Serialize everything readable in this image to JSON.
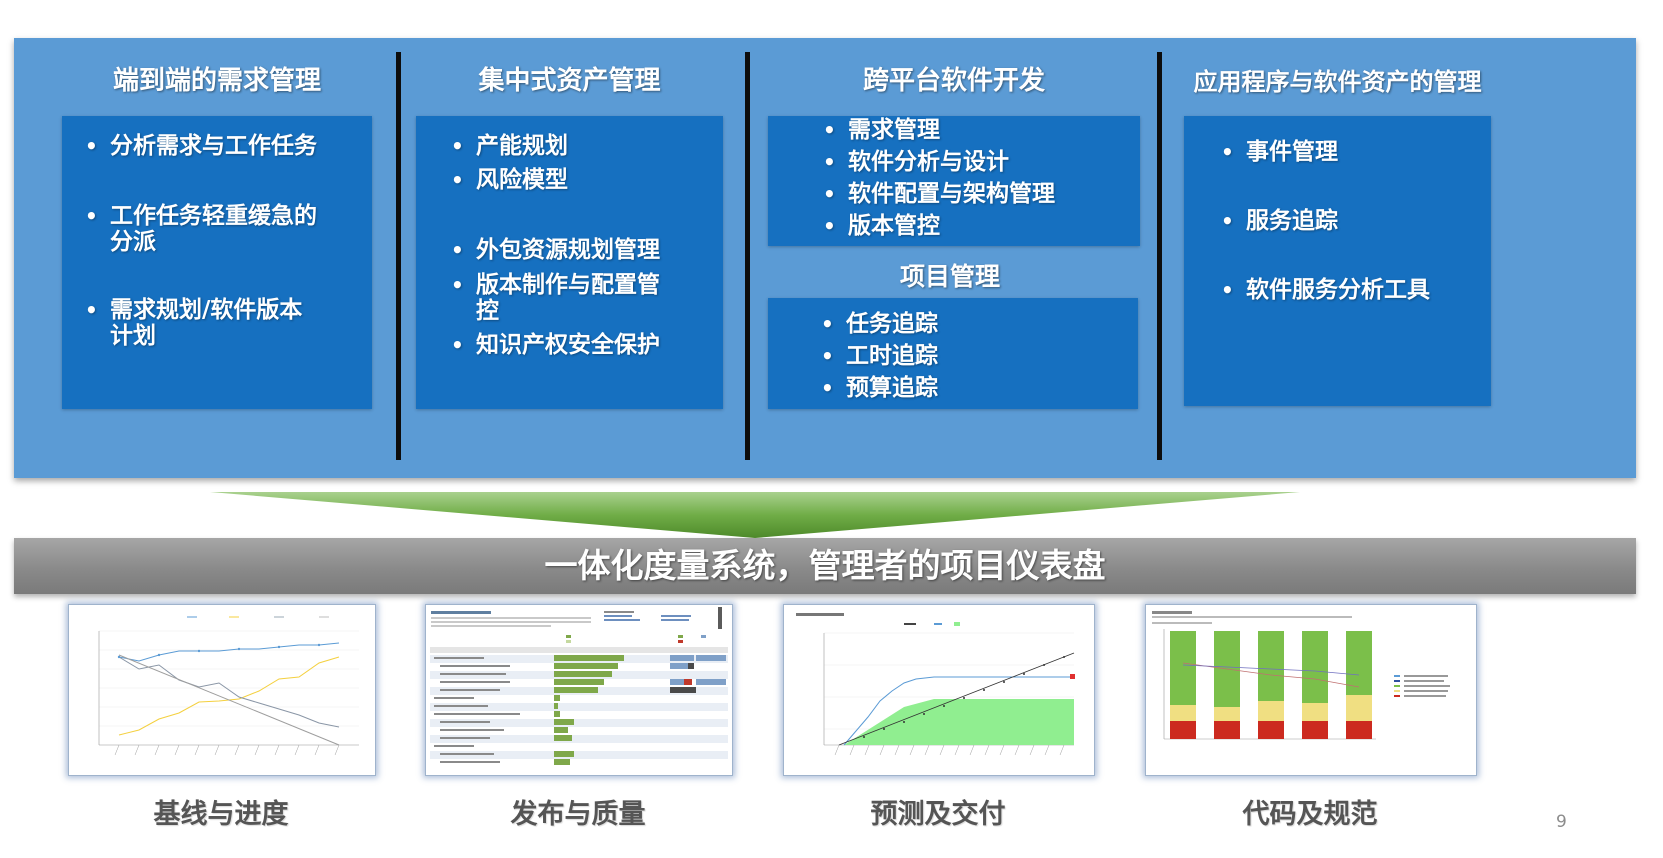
{
  "columns": [
    {
      "title": "端到端的需求管理",
      "items": [
        "分析需求与工作任务",
        "工作任务轻重缓急的",
        "分派",
        "需求规划/软件版本",
        "计划"
      ]
    },
    {
      "title": "集中式资产管理",
      "items": [
        "产能规划",
        "风险模型",
        "外包资源规划管理",
        "版本制作与配置管",
        "控",
        "知识产权安全保护"
      ]
    },
    {
      "title": "跨平台软件开发",
      "items": [
        "需求管理",
        "软件分析与设计",
        "软件配置与架构管理",
        "版本管控"
      ],
      "sub_title": "项目管理",
      "sub_items": [
        "任务追踪",
        "工时追踪",
        "预算追踪"
      ]
    },
    {
      "title": "应用程序与软件资产的管理",
      "items": [
        "事件管理",
        "服务追踪",
        "软件服务分析工具"
      ]
    }
  ],
  "banner": "一体化度量系统，管理者的项目仪表盘",
  "thumbnails": [
    {
      "caption": "基线与进度",
      "icon": "line-chart-thumbnail"
    },
    {
      "caption": "发布与质量",
      "icon": "report-table-thumbnail"
    },
    {
      "caption": "预测及交付",
      "icon": "area-chart-thumbnail"
    },
    {
      "caption": "代码及规范",
      "icon": "stacked-bar-thumbnail"
    }
  ],
  "page_number": "9",
  "colors": {
    "panel": "#5b9bd5",
    "box": "#1670c0",
    "divider": "#0d0d0d",
    "arrow": "#70ad47",
    "banner": "#8f8f8f"
  }
}
